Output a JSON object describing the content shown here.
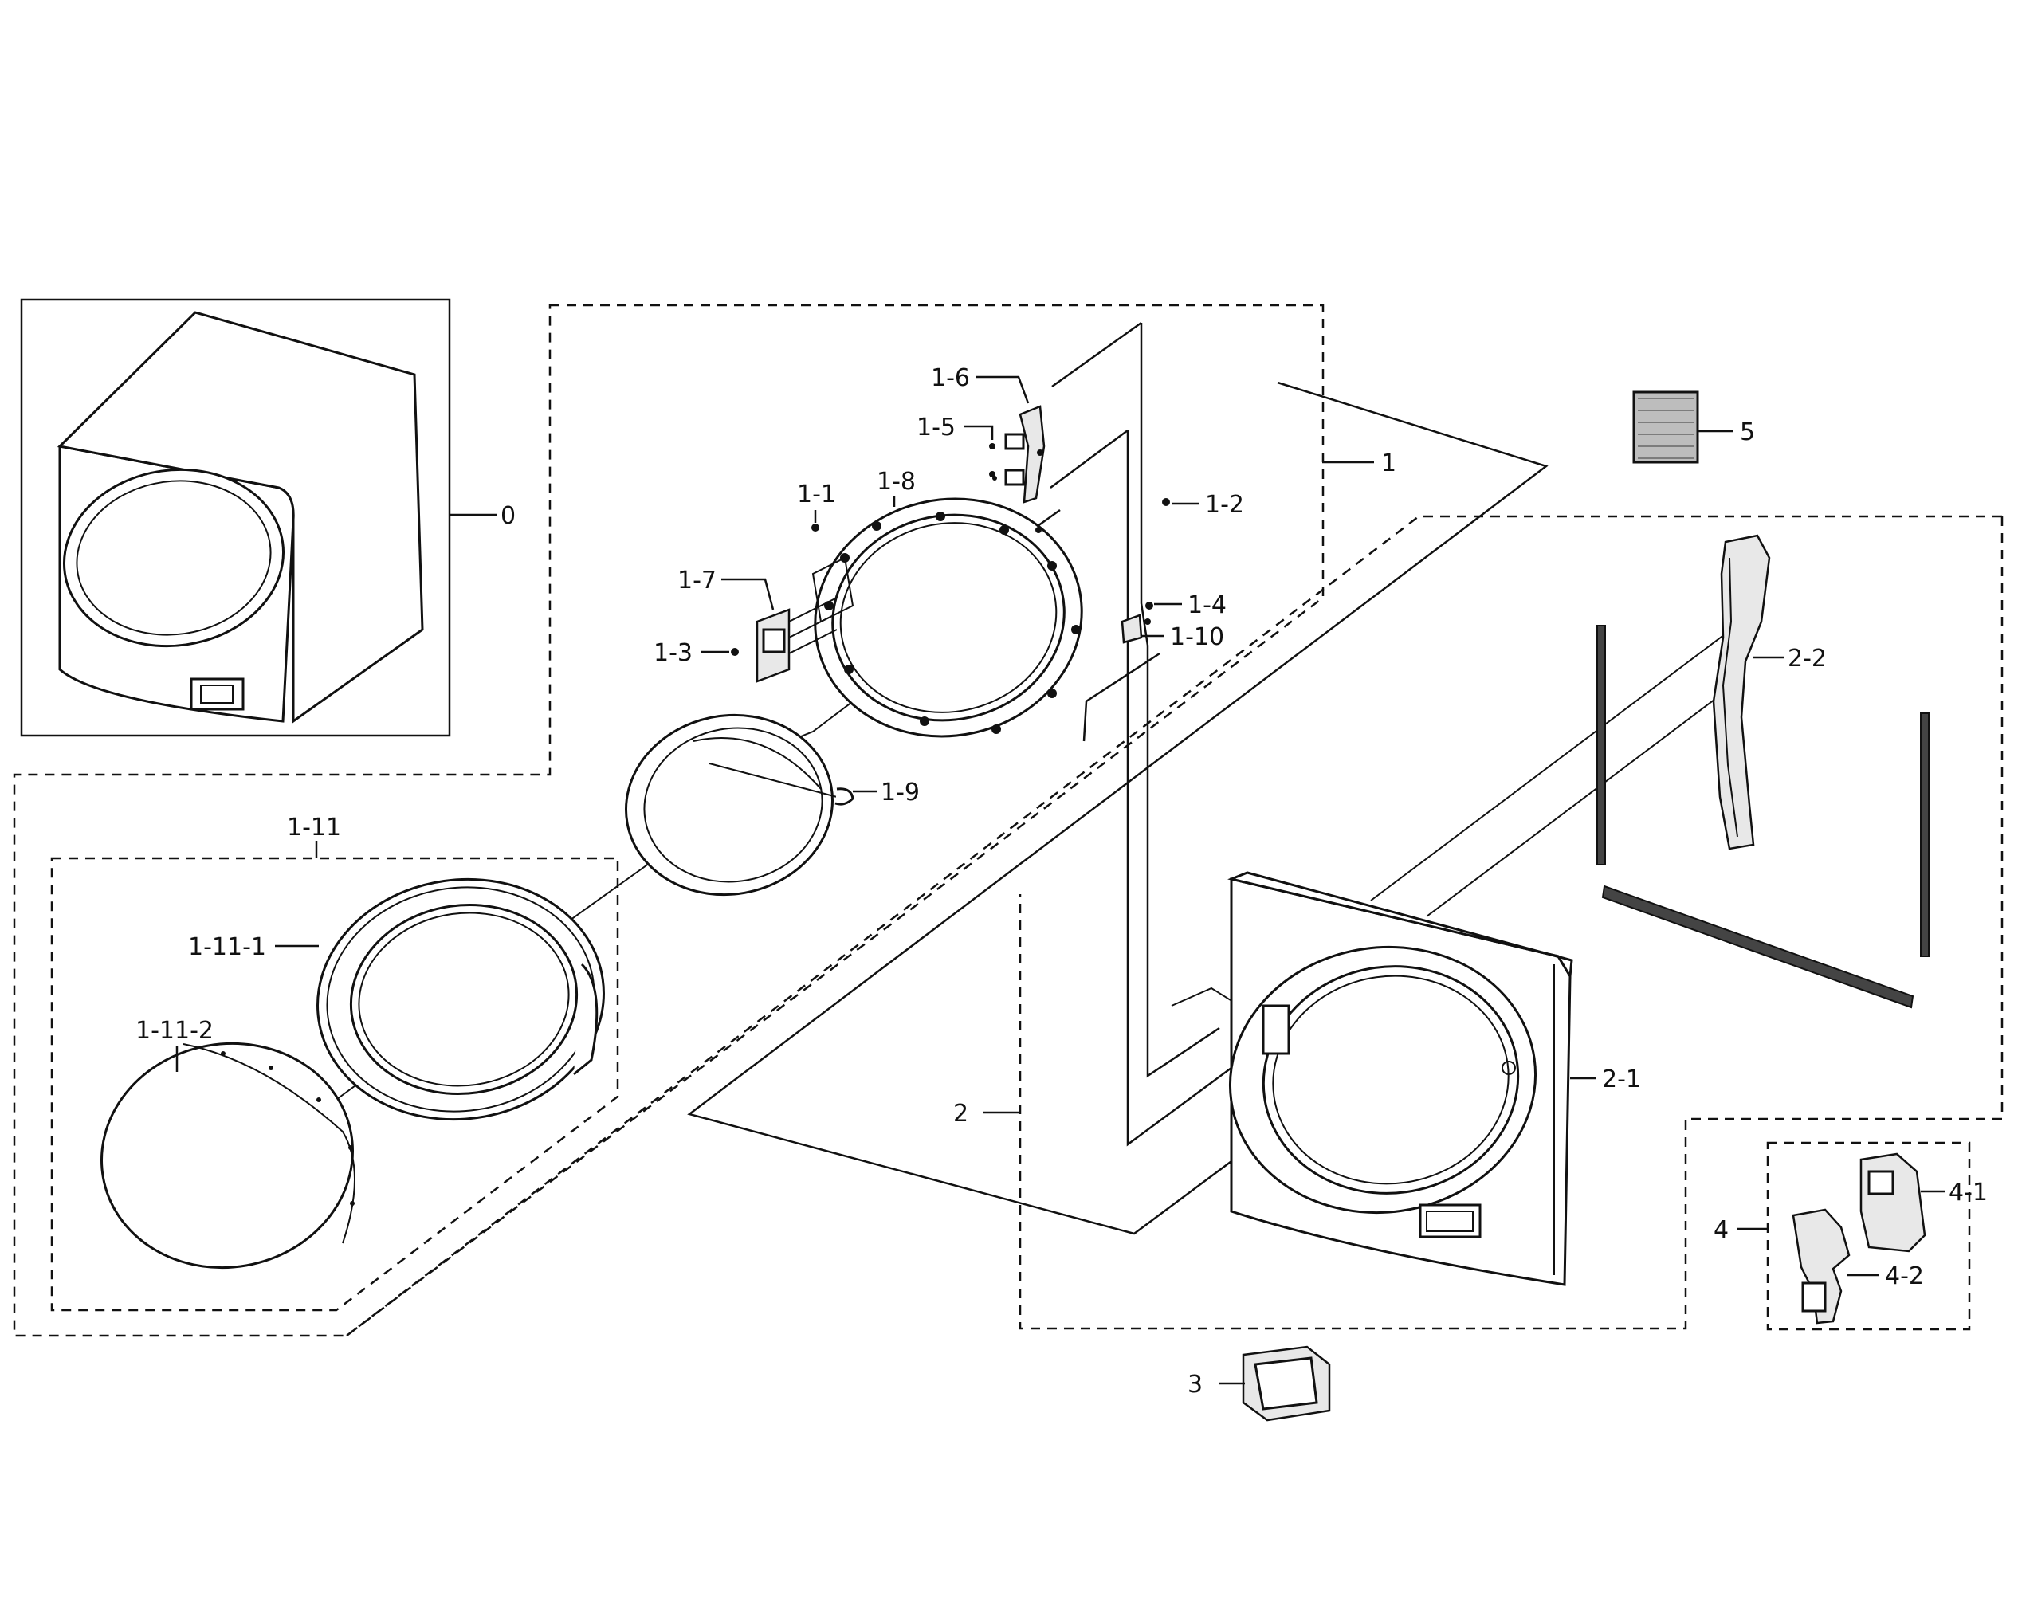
{
  "labels": {
    "p0": "0",
    "p1": "1",
    "p1_1": "1-1",
    "p1_2": "1-2",
    "p1_3": "1-3",
    "p1_4": "1-4",
    "p1_5": "1-5",
    "p1_6": "1-6",
    "p1_7": "1-7",
    "p1_8": "1-8",
    "p1_9": "1-9",
    "p1_10": "1-10",
    "p1_11": "1-11",
    "p1_11_1": "1-11-1",
    "p1_11_2": "1-11-2",
    "p2": "2",
    "p2_1": "2-1",
    "p2_2": "2-2",
    "p3": "3",
    "p4": "4",
    "p4_1": "4-1",
    "p4_2": "4-2",
    "p5": "5"
  }
}
